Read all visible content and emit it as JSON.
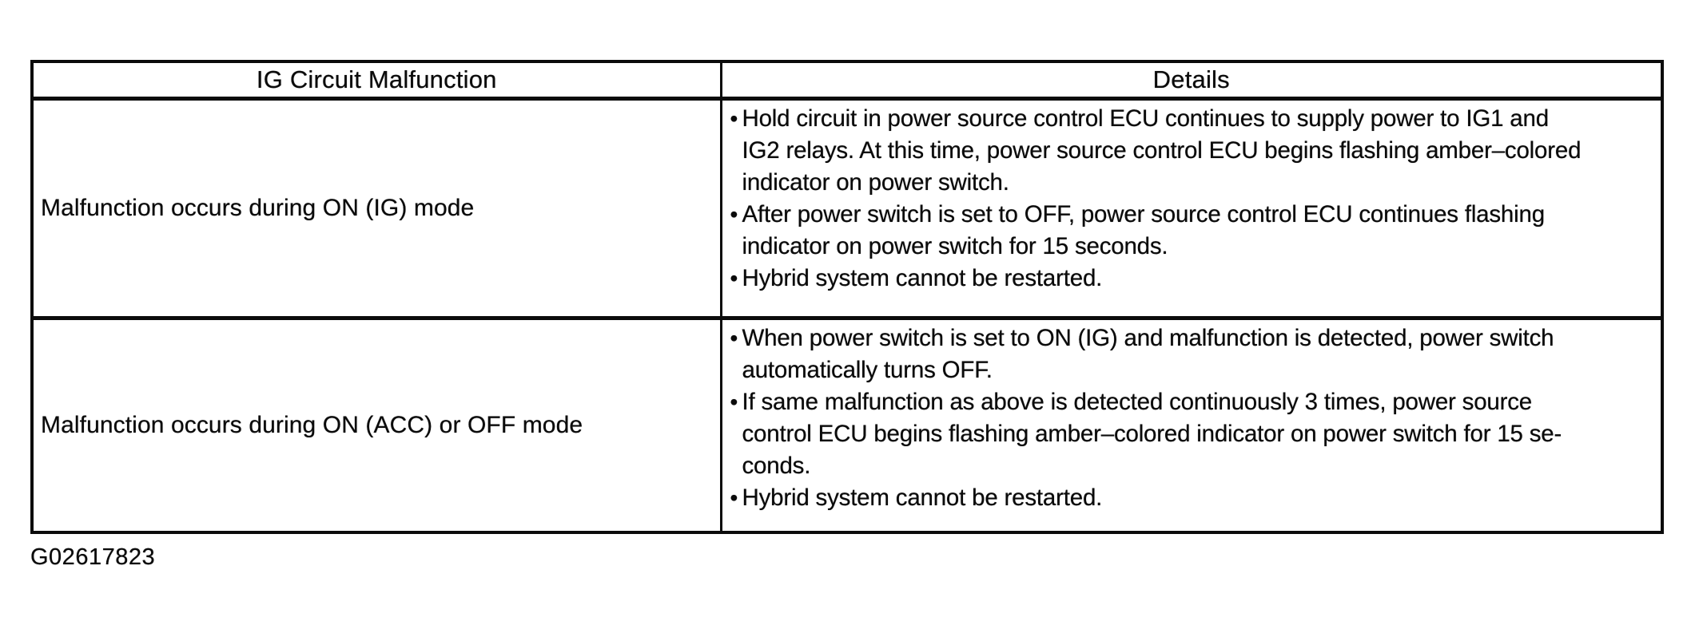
{
  "page": {
    "background": "#ffffff",
    "ink": "#0b0b0b",
    "caption": "G02617823"
  },
  "table": {
    "bullet_glyph": "•",
    "columns": [
      {
        "header": "IG Circuit Malfunction"
      },
      {
        "header": "Details"
      }
    ],
    "rows": [
      {
        "malfunction": "Malfunction occurs during ON (IG) mode",
        "details": [
          "Hold circuit in power source control ECU continues to supply power to IG1 and\nIG2 relays. At this time, power source control ECU begins flashing amber–colored\nindicator on power switch.",
          "After power switch is set to OFF, power source control ECU continues flashing\nindicator on power switch for 15 seconds.",
          "Hybrid system cannot be restarted."
        ]
      },
      {
        "malfunction": "Malfunction occurs during ON (ACC) or OFF mode",
        "details": [
          "When power switch is set to ON (IG) and malfunction is detected, power switch\nautomatically turns OFF.",
          "If same malfunction as above is detected continuously 3 times, power source\ncontrol ECU begins flashing amber–colored indicator on power switch for 15 se-\nconds.",
          "Hybrid system cannot be restarted."
        ]
      }
    ]
  }
}
